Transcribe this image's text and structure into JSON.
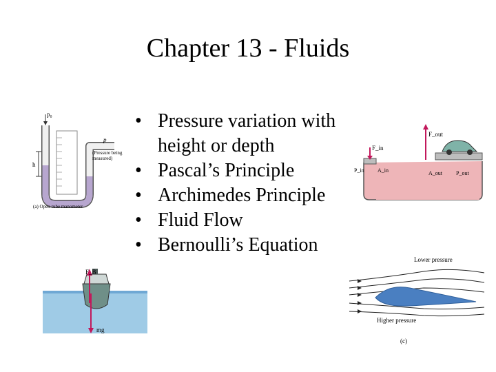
{
  "slide": {
    "title": "Chapter 13 - Fluids",
    "bullets": [
      "Pressure variation with height or depth",
      "Pascal’s Principle",
      "Archimedes Principle",
      "Fluid Flow",
      "Bernoulli’s Equation"
    ]
  },
  "manometer": {
    "p0_label": "p₀",
    "h_label": "h",
    "p_label": "p",
    "measured_label": "(Pressure being measured)",
    "caption": "(a) Open-tube manometer"
  },
  "buoyancy": {
    "fb_label": "F_B",
    "mg_label": "mg"
  },
  "hydraulic": {
    "f_in": "F_in",
    "f_out": "F_out",
    "p_in": "P_in",
    "a_in": "A_in",
    "a_out": "A_out",
    "p_out": "P_out"
  },
  "airfoil": {
    "lower_pressure": "Lower pressure",
    "higher_pressure": "Higher pressure",
    "caption": "(c)"
  },
  "colors": {
    "fluid_purple": "#b7a6cf",
    "fluid_pink": "#eeb5b8",
    "water_blue": "#9fcbe6",
    "wing_blue": "#4a7fc1"
  }
}
